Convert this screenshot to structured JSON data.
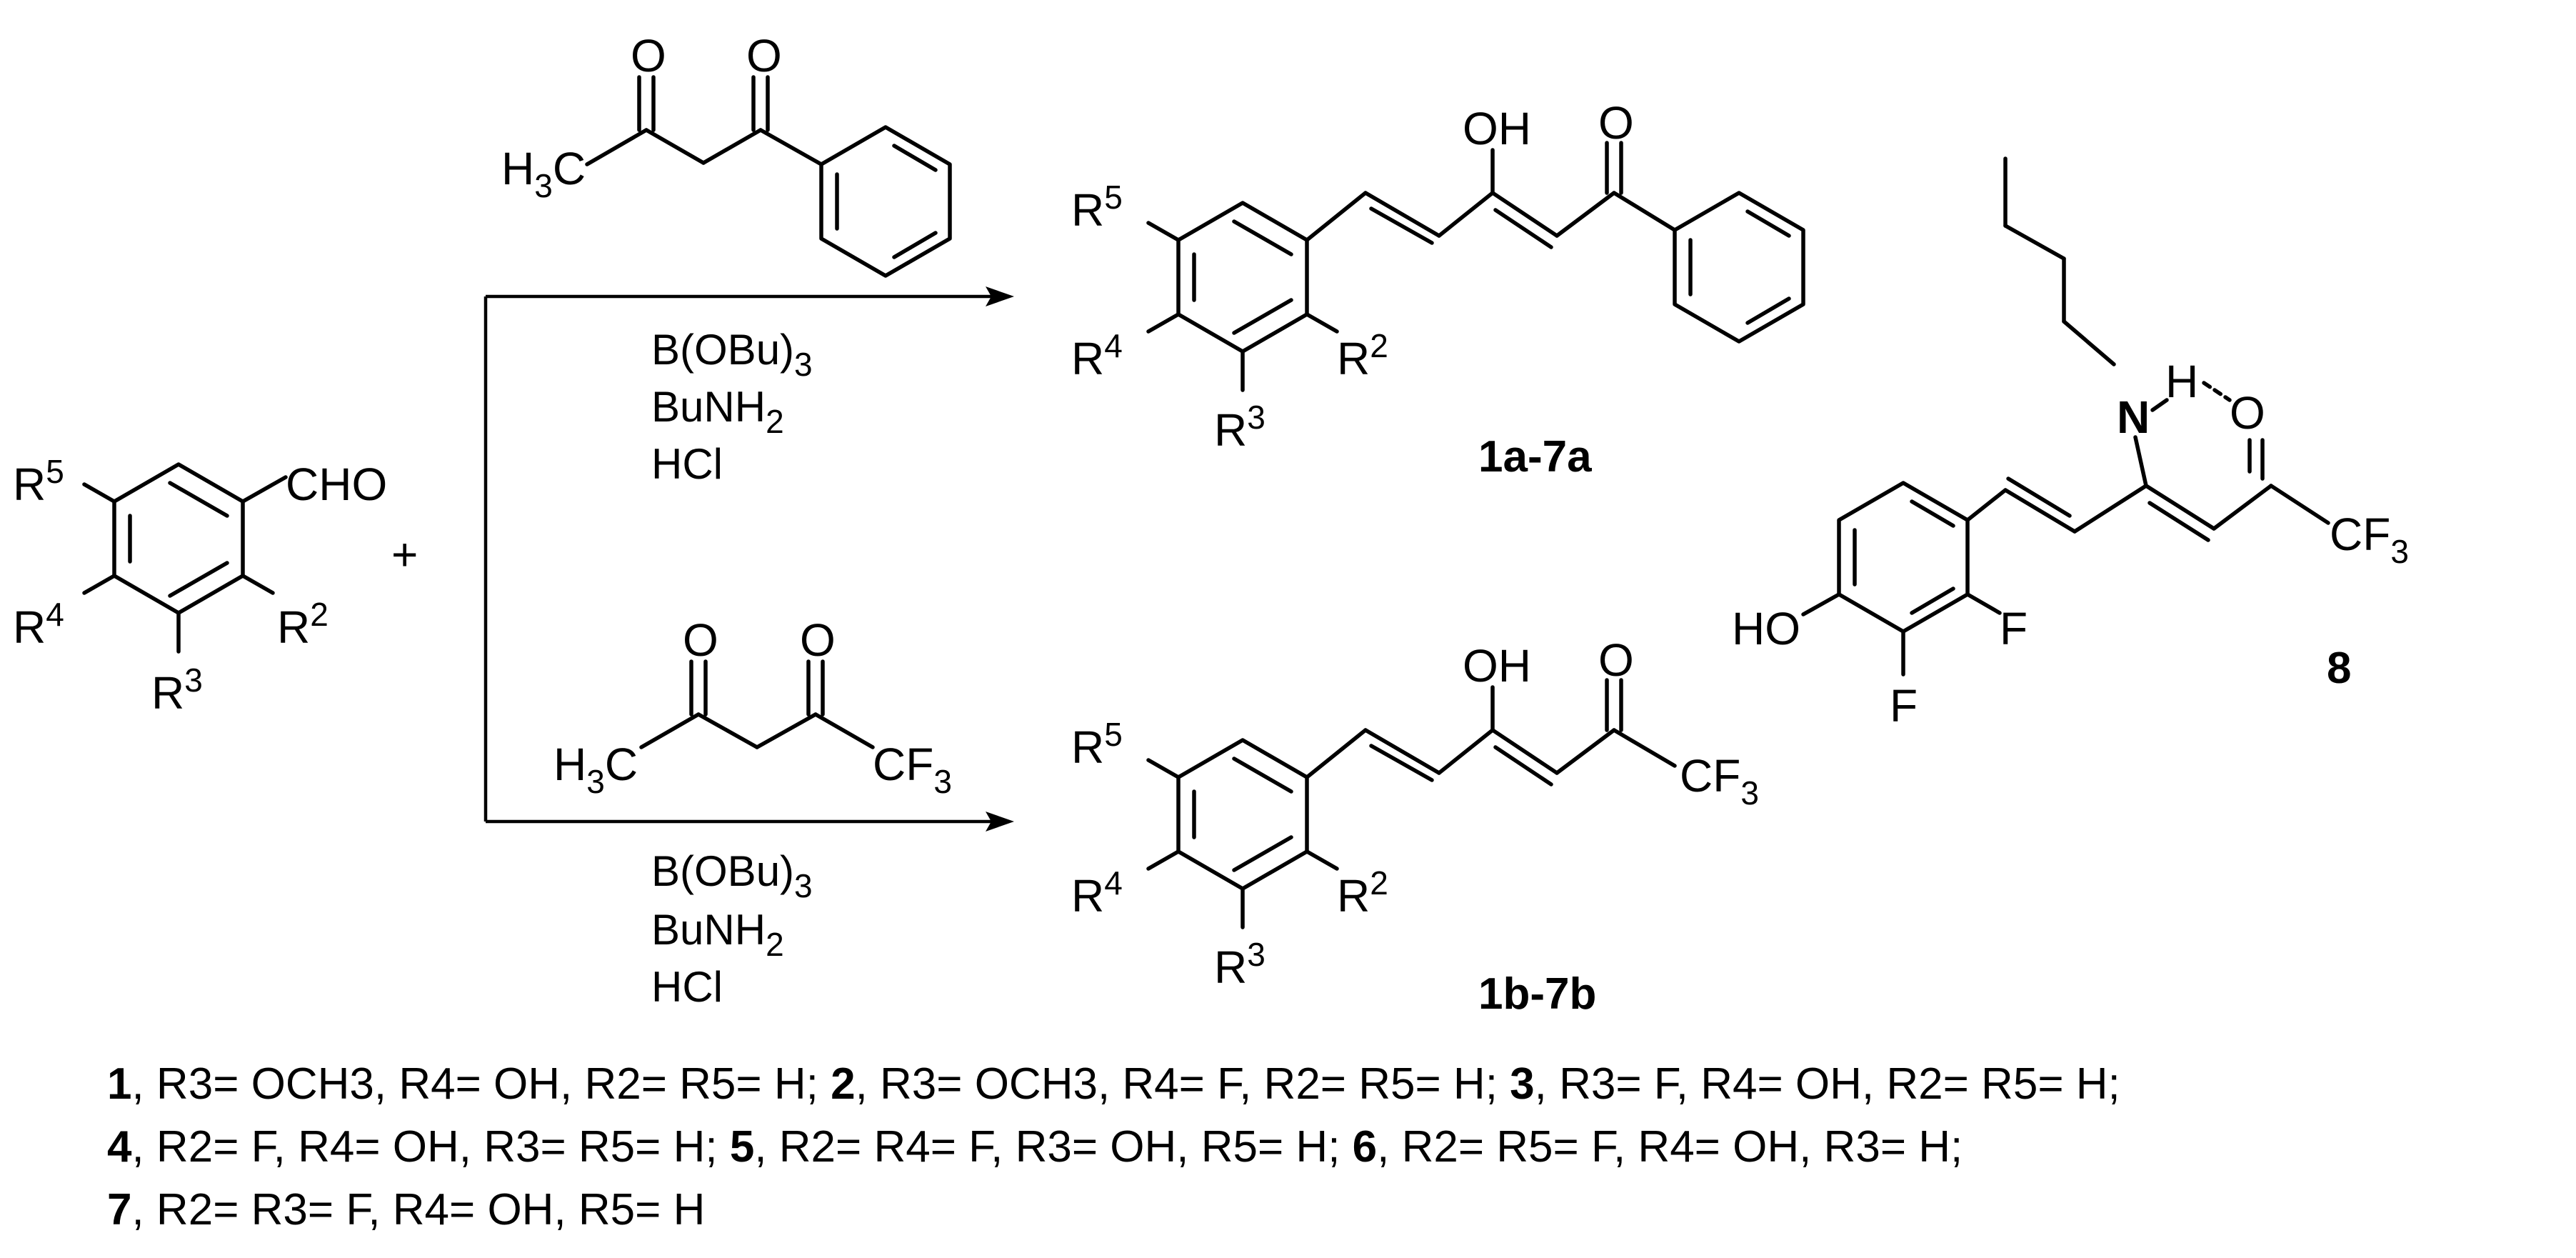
{
  "reagents_top": [
    "B(OBu)",
    "BuNH",
    "HCl"
  ],
  "reagents_bottom": [
    "B(OBu)",
    "BuNH",
    "HCl"
  ],
  "compound_labels": {
    "top": "1a-7a",
    "bottom": "1b-7b",
    "single": "8"
  },
  "legend": {
    "line1": [
      {
        "id": "1",
        "text": ", R3= OCH3, R4= OH, R2= R5= H; "
      },
      {
        "id": "2",
        "text": ", R3= OCH3, R4= F, R2= R5= H; "
      },
      {
        "id": "3",
        "text": ", R3= F, R4= OH, R2= R5= H;"
      }
    ],
    "line2": [
      {
        "id": "4",
        "text": ", R2= F, R4= OH, R3= R5= H; "
      },
      {
        "id": "5",
        "text": ", R2= R4= F, R3= OH, R5= H; "
      },
      {
        "id": "6",
        "text": ", R2= R5= F, R4= OH, R3= H;"
      }
    ],
    "line3": [
      {
        "id": "7",
        "text": ", R2= R3= F, R4= OH, R5= H"
      }
    ]
  }
}
